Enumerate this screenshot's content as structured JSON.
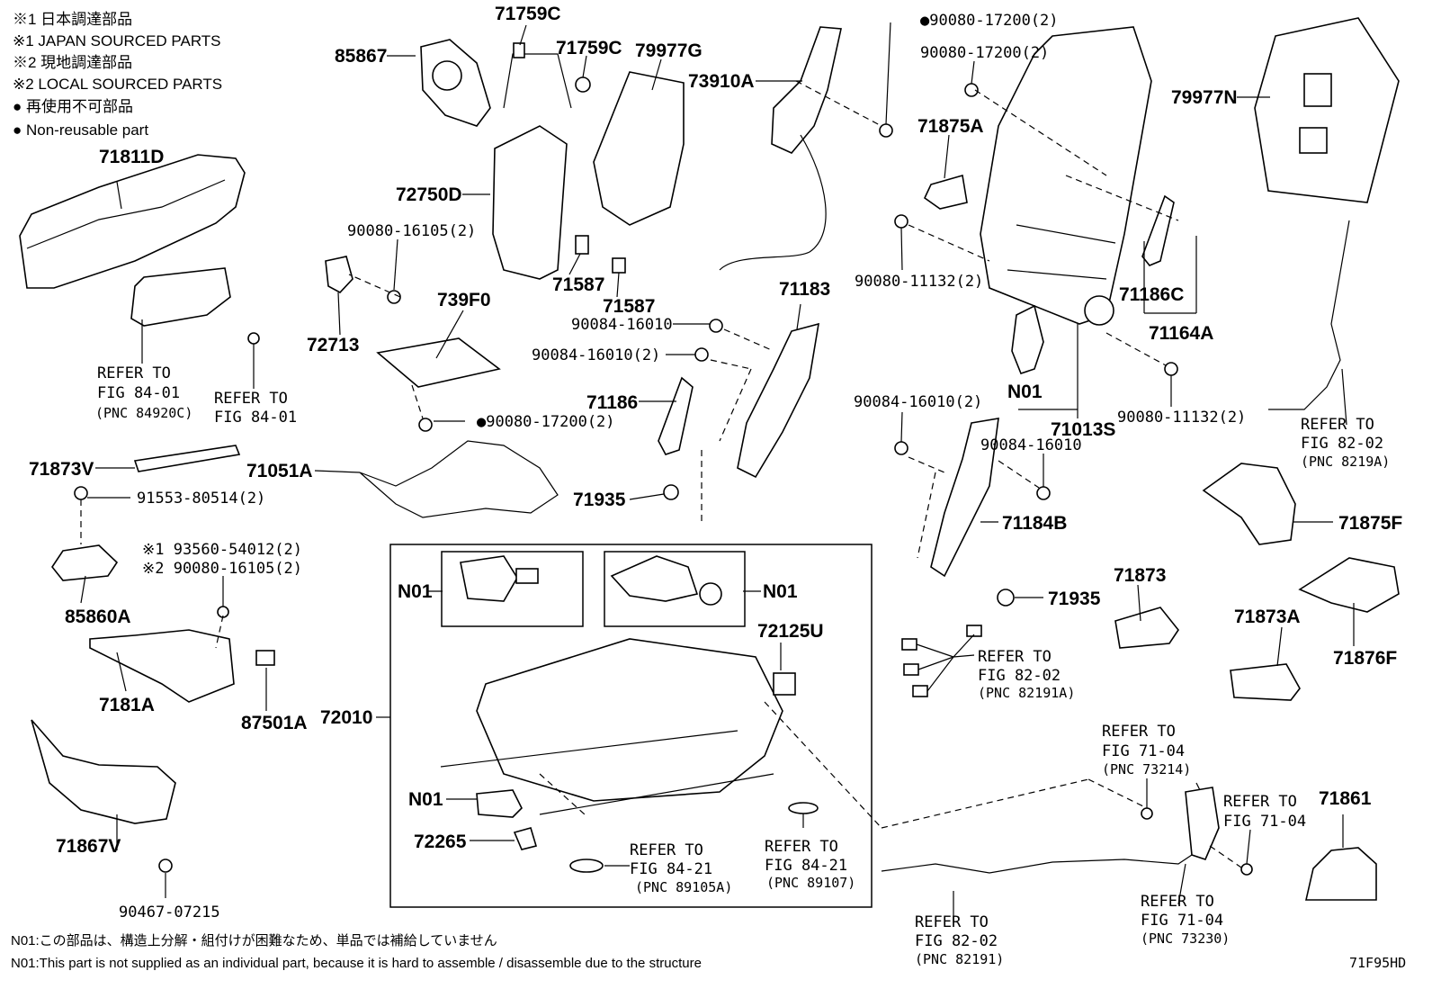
{
  "legend": {
    "line1": "※1 日本調達部品",
    "line2": "※1 JAPAN SOURCED PARTS",
    "line3": "※2 現地調達部品",
    "line4": "※2 LOCAL SOURCED PARTS",
    "line5": "● 再使用不可部品",
    "line6": "● Non-reusable part"
  },
  "parts": {
    "p71811D": "71811D",
    "p85867": "85867",
    "p71759C_a": "71759C",
    "p71759C_b": "71759C",
    "p79977G": "79977G",
    "p73910A": "73910A",
    "p90080_17200_a": "●90080-17200(2)",
    "p90080_17200_b": "90080-17200(2)",
    "p71875A": "71875A",
    "p79977N": "79977N",
    "p72750D": "72750D",
    "p90080_16105": "90080-16105(2)",
    "p71587_a": "71587",
    "p71587_b": "71587",
    "p72713": "72713",
    "p739F0": "739F0",
    "p90084_16010_a": "90084-16010",
    "p90084_16010_b": "90084-16010(2)",
    "p71183": "71183",
    "p90080_11132_a": "90080-11132(2)",
    "p71186C": "71186C",
    "p71164A": "71164A",
    "pN01_a": "N01",
    "p71013S": "71013S",
    "p90084_16010_c": "90084-16010(2)",
    "p90084_16010_d": "90084-16010",
    "p90080_11132_b": "90080-11132(2)",
    "p71186": "71186",
    "p90080_17200_c": "●90080-17200(2)",
    "p71873V": "71873V",
    "p71051A": "71051A",
    "p91553": "91553-80514(2)",
    "p71935_a": "71935",
    "p71184B": "71184B",
    "p71875F": "71875F",
    "p93560": "※1 93560-54012(2)",
    "p90080_16105_b": "※2 90080-16105(2)",
    "p85860A": "85860A",
    "pN01_b": "N01",
    "pN01_c": "N01",
    "p72125U": "72125U",
    "p71935_b": "71935",
    "p71873": "71873",
    "p71873A": "71873A",
    "p71876F": "71876F",
    "p7181A": "7181A",
    "p87501A": "87501A",
    "p72010": "72010",
    "pN01_d": "N01",
    "p72265": "72265",
    "p71867V": "71867V",
    "p90467": "90467-07215",
    "p71861": "71861"
  },
  "refs": {
    "r1": {
      "a": "REFER TO",
      "b": "FIG 84-01",
      "c": "(PNC 84920C)"
    },
    "r2": {
      "a": "REFER TO",
      "b": "FIG 84-01"
    },
    "r3": {
      "a": "REFER TO",
      "b": "FIG 82-02",
      "c": "(PNC 8219A)"
    },
    "r4": {
      "a": "REFER TO",
      "b": "FIG 82-02",
      "c": "(PNC 82191A)"
    },
    "r5": {
      "a": "REFER TO",
      "b": "FIG 71-04",
      "c": "(PNC 73214)"
    },
    "r6": {
      "a": "REFER TO",
      "b": "FIG 71-04"
    },
    "r7": {
      "a": "REFER TO",
      "b": "FIG 84-21",
      "c": "(PNC 89105A)"
    },
    "r8": {
      "a": "REFER TO",
      "b": "FIG 84-21",
      "c": "(PNC 89107)"
    },
    "r9": {
      "a": "REFER TO",
      "b": "FIG 82-02",
      "c": "(PNC 82191)"
    },
    "r10": {
      "a": "REFER TO",
      "b": "FIG 71-04",
      "c": "(PNC 73230)"
    }
  },
  "notes": {
    "jp": "N01:この部品は、構造上分解・組付けが困難なため、単品では補給していません",
    "en": "N01:This part is not supplied as an individual part, because it is hard to assemble / disassemble due to the structure"
  },
  "figure_id": "71F95HD"
}
